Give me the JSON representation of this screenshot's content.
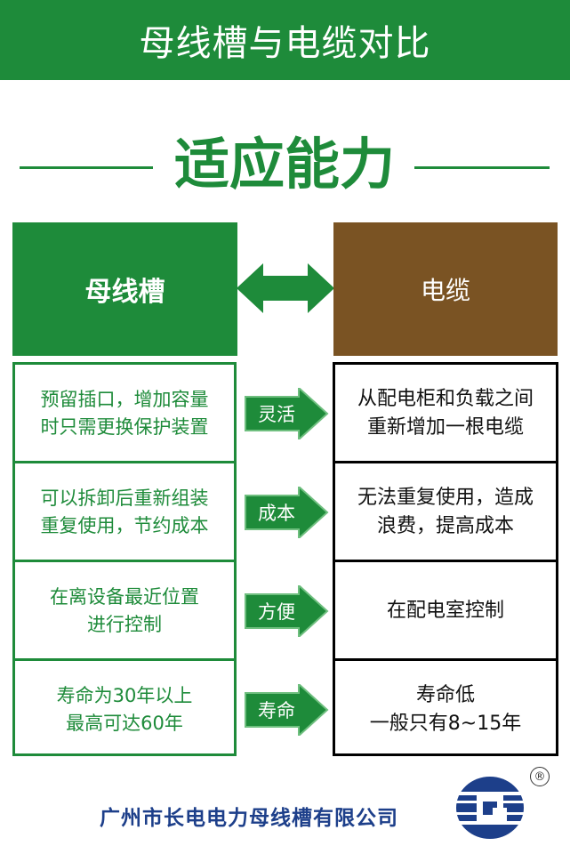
{
  "header": {
    "title": "母线槽与电缆对比"
  },
  "section": {
    "title": "适应能力"
  },
  "columns": {
    "left": "母线槽",
    "right": "电缆"
  },
  "rows": [
    {
      "left": [
        "预留插口，增加容量",
        "时只需更换保护装置"
      ],
      "label": "灵活",
      "right": [
        "从配电柜和负载之间",
        "重新增加一根电缆"
      ]
    },
    {
      "left": [
        "可以拆卸后重新组装",
        "重复使用，节约成本"
      ],
      "label": "成本",
      "right": [
        "无法重复使用，造成",
        "浪费，提高成本"
      ]
    },
    {
      "left": [
        "在离设备最近位置",
        "进行控制"
      ],
      "label": "方便",
      "right": [
        "在配电室控制"
      ]
    },
    {
      "left": [
        "寿命为30年以上",
        "最高可达60年"
      ],
      "label": "寿命",
      "right": [
        "寿命低",
        "一般只有8~15年"
      ]
    }
  ],
  "footer": {
    "company": "广州市长电电力母线槽有限公司",
    "registered": "®"
  },
  "colors": {
    "green": "#1e8b3a",
    "brown": "#7a5323",
    "footer_blue": "#1d3f8a"
  }
}
